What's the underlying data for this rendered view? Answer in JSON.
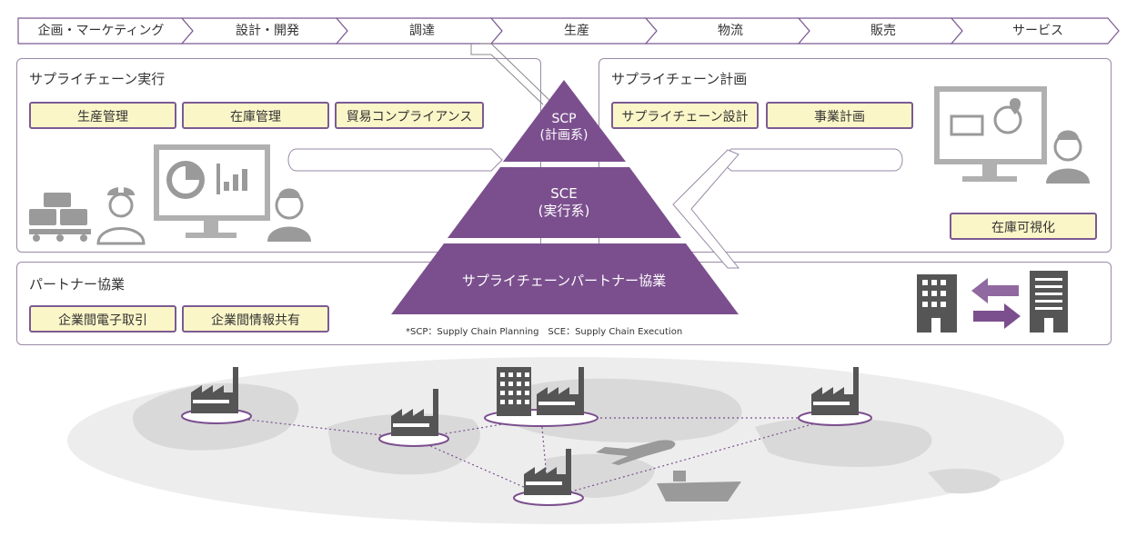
{
  "stages": [
    "企画・マーケティング",
    "設計・開発",
    "調達",
    "生産",
    "物流",
    "販売",
    "サービス"
  ],
  "execution": {
    "title": "サプライチェーン実行",
    "tags": [
      "生産管理",
      "在庫管理",
      "貿易コンプライアンス"
    ]
  },
  "planning": {
    "title": "サプライチェーン計画",
    "tags": [
      "サプライチェーン設計",
      "事業計画"
    ],
    "extra_tag": "在庫可視化"
  },
  "partner": {
    "title": "パートナー協業",
    "tags": [
      "企業間電子取引",
      "企業間情報共有"
    ]
  },
  "pyramid": {
    "top": [
      "SCP",
      "(計画系)"
    ],
    "middle": [
      "SCE",
      "(実行系)"
    ],
    "bottom": "サプライチェーンパートナー協業",
    "color": "#7b4f8e"
  },
  "footnote": "*SCP：Supply Chain Planning　SCE：Supply Chain Execution",
  "colors": {
    "accent": "#7b4f8e",
    "tag_fill": "#fbf6c8",
    "icon_gray": "#8a8a8a"
  }
}
